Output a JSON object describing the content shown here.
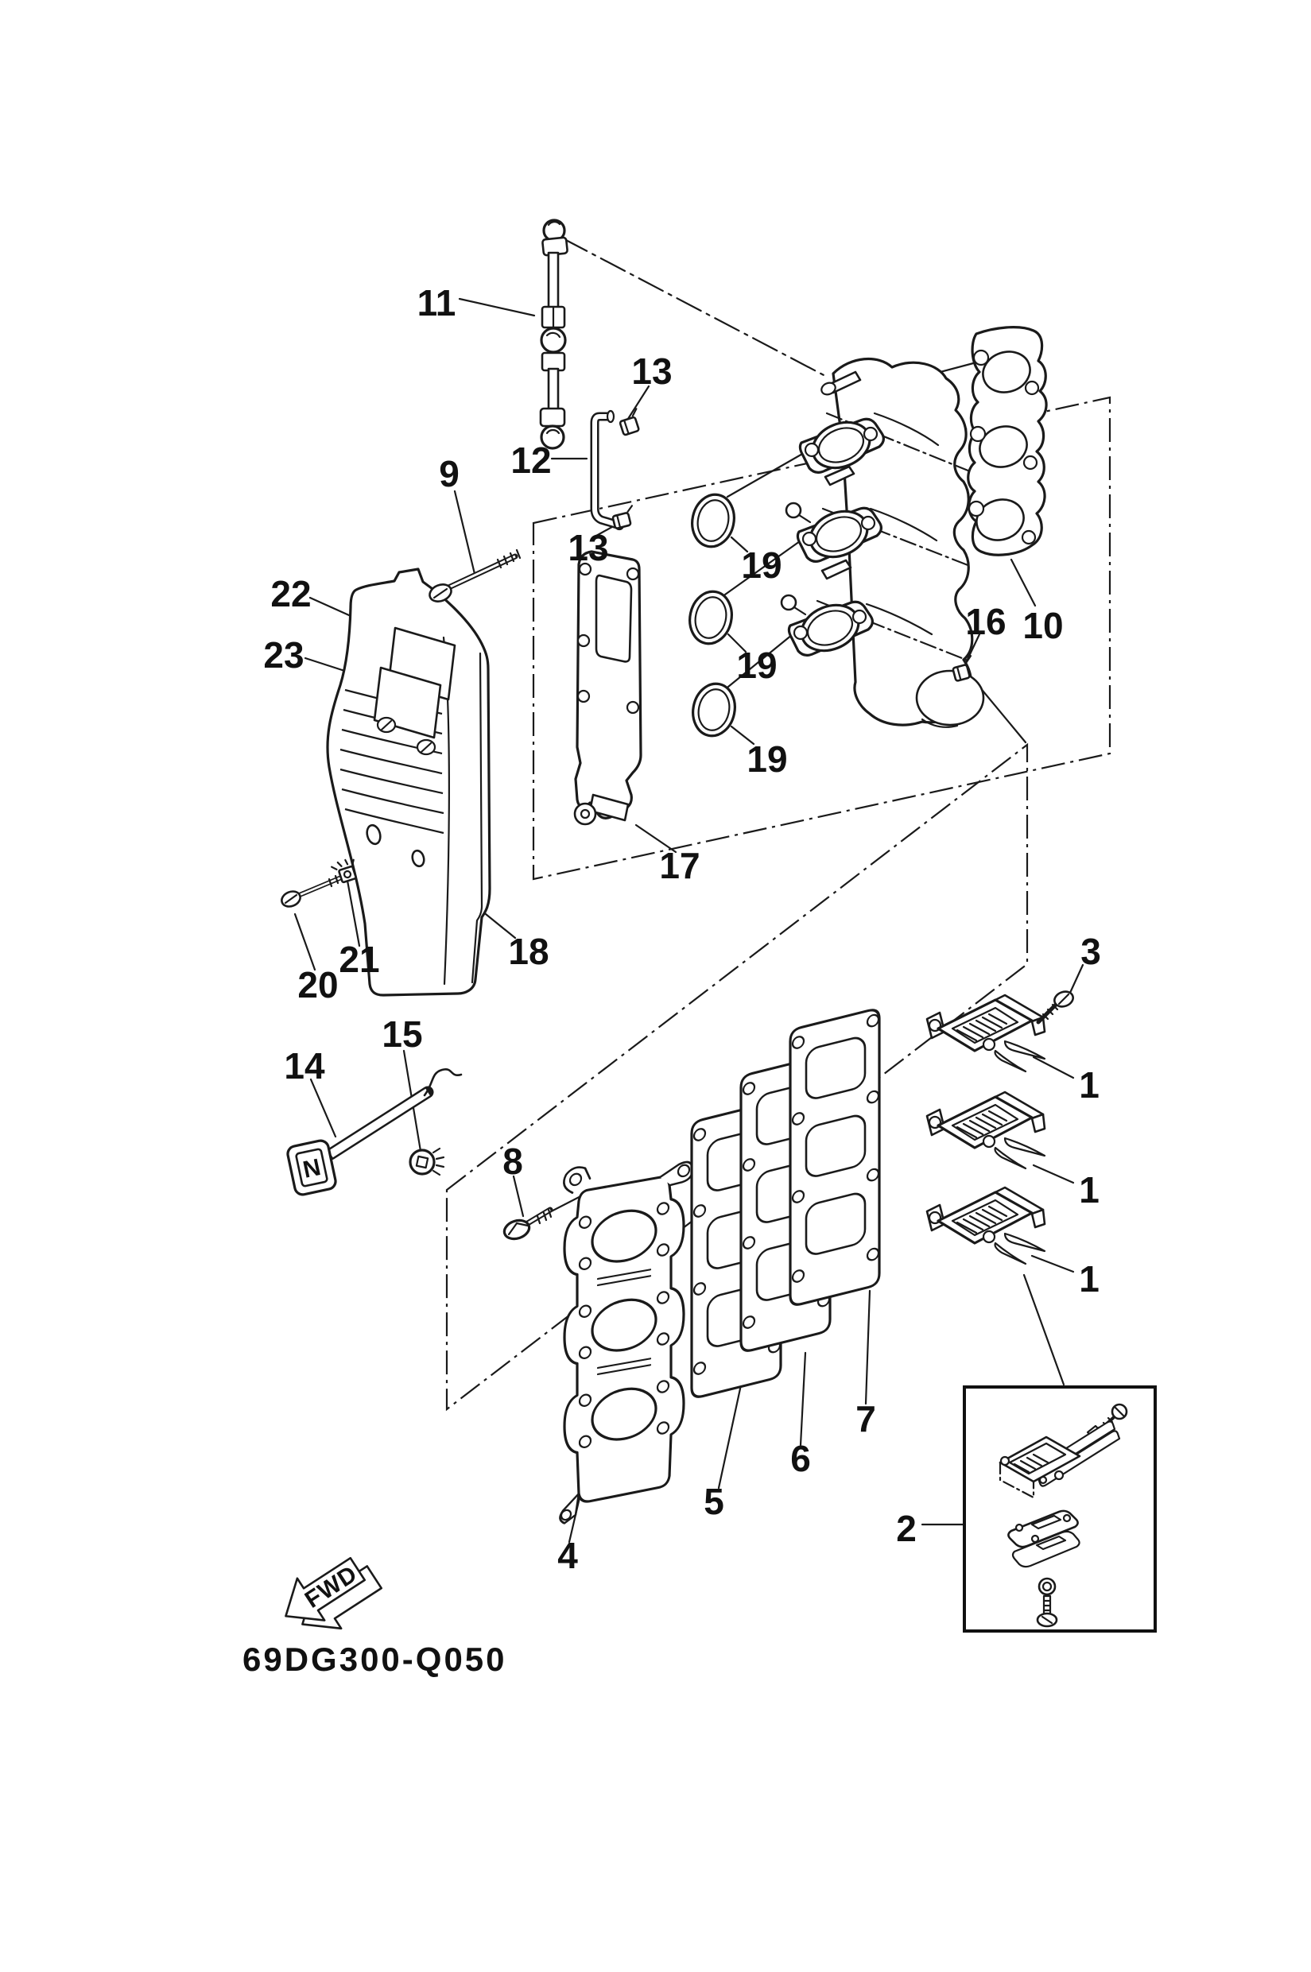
{
  "diagram": {
    "part_code": "69DG300-Q050",
    "fwd_label": "FWD",
    "choke_knob_letter": "N"
  },
  "callouts": [
    {
      "label": "11"
    },
    {
      "label": "13"
    },
    {
      "label": "12"
    },
    {
      "label": "13"
    },
    {
      "label": "9"
    },
    {
      "label": "22"
    },
    {
      "label": "23"
    },
    {
      "label": "19"
    },
    {
      "label": "19"
    },
    {
      "label": "19"
    },
    {
      "label": "16"
    },
    {
      "label": "10"
    },
    {
      "label": "17"
    },
    {
      "label": "18"
    },
    {
      "label": "21"
    },
    {
      "label": "20"
    },
    {
      "label": "15"
    },
    {
      "label": "14"
    },
    {
      "label": "8"
    },
    {
      "label": "4"
    },
    {
      "label": "5"
    },
    {
      "label": "6"
    },
    {
      "label": "7"
    },
    {
      "label": "2"
    },
    {
      "label": "3"
    },
    {
      "label": "1"
    },
    {
      "label": "1"
    },
    {
      "label": "1"
    }
  ]
}
